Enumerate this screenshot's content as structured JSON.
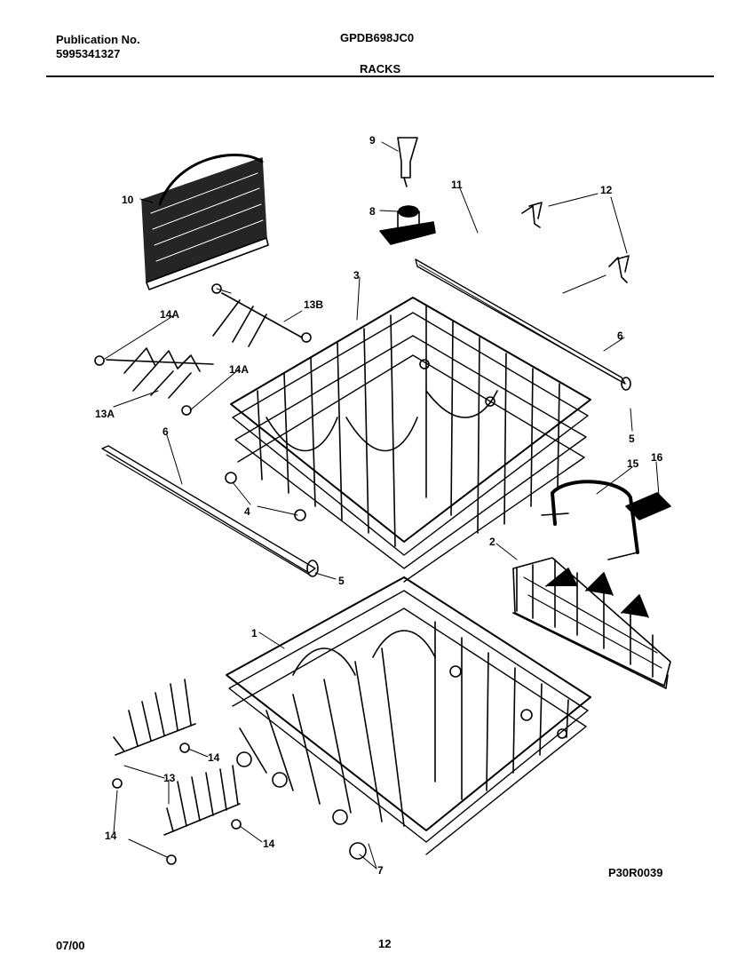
{
  "header": {
    "publication_label": "Publication No.",
    "publication_number": "5995341327",
    "model": "GPDB698JC0",
    "section_title": "RACKS"
  },
  "figure_code": "P30R0039",
  "footer": {
    "date": "07/00",
    "page": "12"
  },
  "callouts": {
    "c1": "1",
    "c2": "2",
    "c3": "3",
    "c4": "4",
    "c5a": "5",
    "c5b": "5",
    "c6a": "6",
    "c6b": "6",
    "c7": "7",
    "c8": "8",
    "c9": "9",
    "c10": "10",
    "c11": "11",
    "c12": "12",
    "c13": "13",
    "c13a": "13A",
    "c13b": "13B",
    "c14a": "14",
    "c14b": "14",
    "c14c": "14",
    "c14A1": "14A",
    "c14A2": "14A",
    "c15": "15",
    "c16": "16"
  }
}
